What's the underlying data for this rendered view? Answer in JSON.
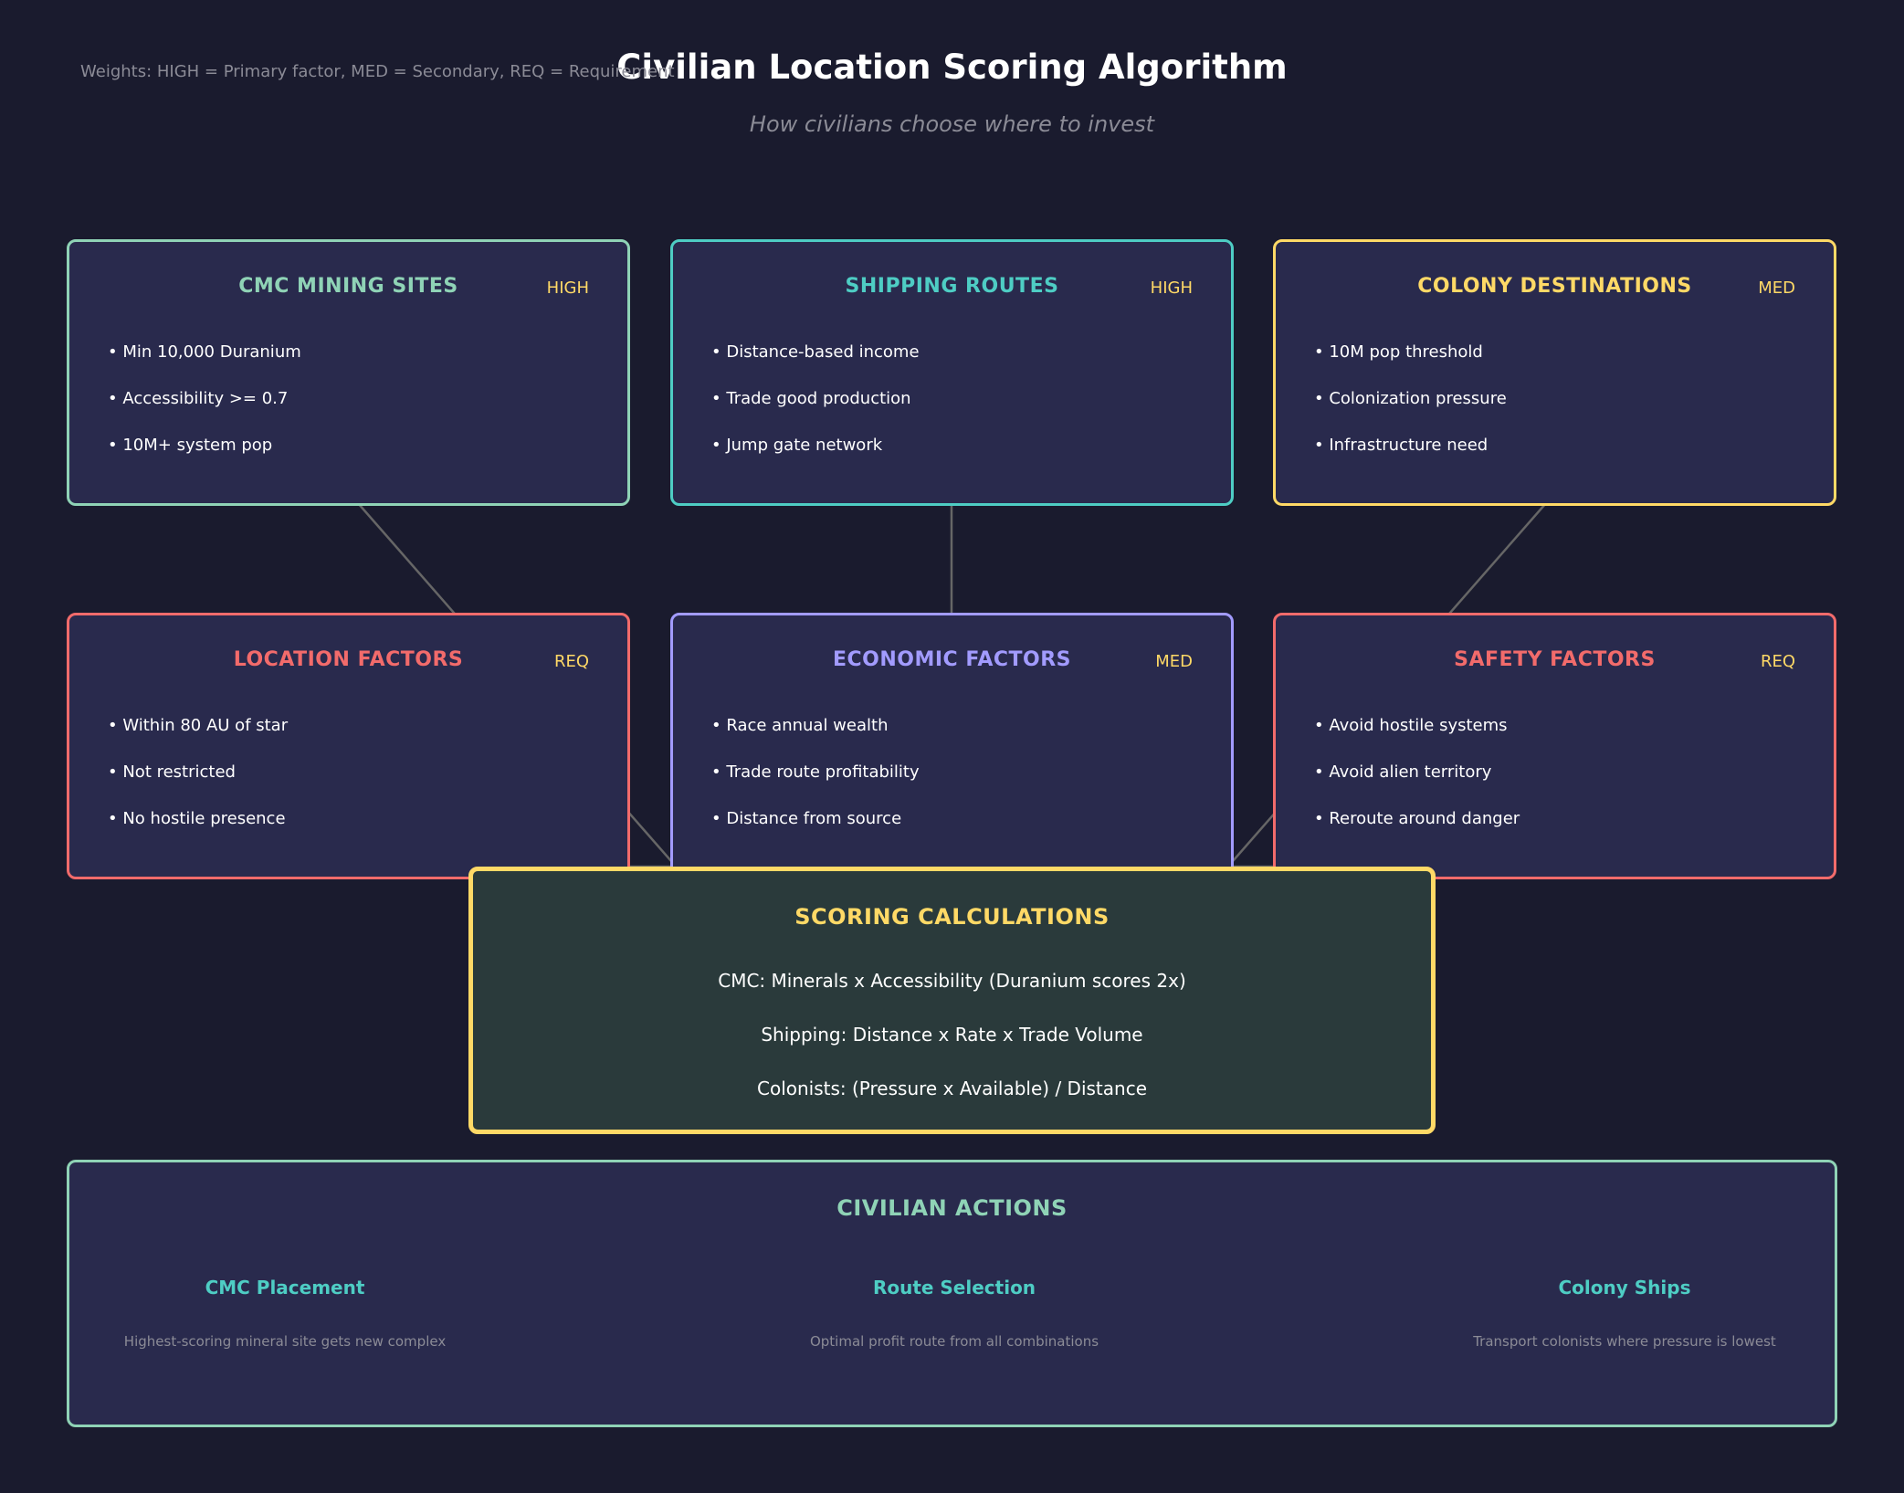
{
  "header": {
    "title": "Civilian Location Scoring Algorithm",
    "subtitle": "How civilians choose where to invest",
    "weights_note": "Weights: HIGH = Primary factor, MED = Secondary, REQ = Requirement"
  },
  "cards": [
    {
      "title": "CMC MINING SITES",
      "badge": "HIGH",
      "color": "#8fd3b6",
      "items": [
        "• Min 10,000 Duranium",
        "• Accessibility >= 0.7",
        "• 10M+ system pop"
      ]
    },
    {
      "title": "SHIPPING ROUTES",
      "badge": "HIGH",
      "color": "#4ecdc4",
      "items": [
        "• Distance-based income",
        "• Trade good production",
        "• Jump gate network"
      ]
    },
    {
      "title": "COLONY DESTINATIONS",
      "badge": "MED",
      "color": "#ffd966",
      "items": [
        "• 10M pop threshold",
        "• Colonization pressure",
        "• Infrastructure need"
      ]
    },
    {
      "title": "LOCATION FACTORS",
      "badge": "REQ",
      "color": "#f26b6b",
      "items": [
        "• Within 80 AU of star",
        "• Not restricted",
        "• No hostile presence"
      ]
    },
    {
      "title": "ECONOMIC FACTORS",
      "badge": "MED",
      "color": "#a29bfe",
      "items": [
        "• Race annual wealth",
        "• Trade route profitability",
        "• Distance from source"
      ]
    },
    {
      "title": "SAFETY FACTORS",
      "badge": "REQ",
      "color": "#f26b6b",
      "items": [
        "• Avoid hostile systems",
        "• Avoid alien territory",
        "• Reroute around danger"
      ]
    }
  ],
  "scoring": {
    "title": "SCORING CALCULATIONS",
    "formulas": [
      "CMC: Minerals x Accessibility (Duranium scores 2x)",
      "Shipping: Distance x Rate x Trade Volume",
      "Colonists: (Pressure x Available) / Distance"
    ],
    "border_color": "#ffd966"
  },
  "actions": {
    "title": "CIVILIAN ACTIONS",
    "items": [
      {
        "name": "CMC Placement",
        "description": "Highest-scoring mineral site gets new complex"
      },
      {
        "name": "Route Selection",
        "description": "Optimal profit route from all combinations"
      },
      {
        "name": "Colony Ships",
        "description": "Transport colonists where pressure is lowest"
      }
    ]
  },
  "colors": {
    "background": "#1a1b2e",
    "card_fill": "#292a4d",
    "connector": "#666666",
    "badge": "#ffd966"
  }
}
